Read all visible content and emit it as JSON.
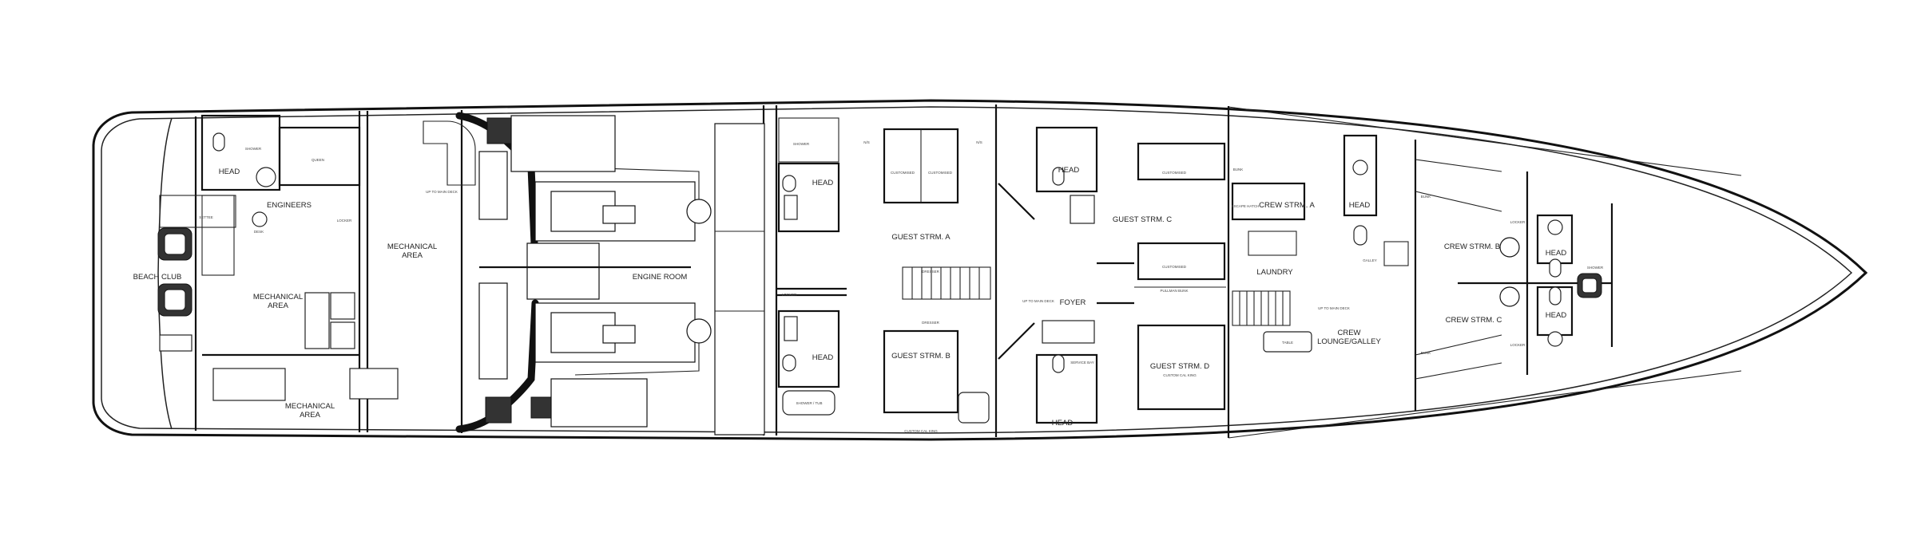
{
  "title": "Lower Deck Plan",
  "rooms": {
    "beach_club": "BEACH CLUB",
    "head_aft": "HEAD",
    "engineers": "ENGINEERS",
    "mech_area_1": "MECHANICAL",
    "mech_area_1b": "AREA",
    "mech_area_2": "MECHANICAL",
    "mech_area_2b": "AREA",
    "mech_area_3": "MECHANICAL",
    "mech_area_3b": "AREA",
    "engine_room": "ENGINE ROOM",
    "head_a": "HEAD",
    "head_b": "HEAD",
    "guest_a": "GUEST STRM. A",
    "guest_b": "GUEST STRM. B",
    "foyer": "FOYER",
    "head_c": "HEAD",
    "head_d": "HEAD",
    "guest_c": "GUEST STRM. C",
    "guest_d": "GUEST STRM. D",
    "crew_a": "CREW STRM. A",
    "head_crew_a": "HEAD",
    "laundry": "LAUNDRY",
    "crew_lounge_1": "CREW",
    "crew_lounge_2": "LOUNGE/GALLEY",
    "crew_b": "CREW STRM. B",
    "crew_c": "CREW STRM. C",
    "head_crew_b": "HEAD",
    "head_crew_c": "HEAD"
  },
  "fixtures": {
    "shower": "SHOWER",
    "queen": "QUEEN",
    "settee": "SETTEE",
    "desk": "DESK",
    "locker": "LOCKER",
    "up_main": "UP TO MAIN DECK",
    "shower_tub": "SHOWER / TUB",
    "customised": "CUSTOMISED",
    "custom_cal_king": "CUSTOM CAL KING",
    "dresser": "DRESSER",
    "pullman": "PULLMAN BUNK",
    "service_bay": "SERVICE BAY",
    "ns": "N/S",
    "bunk": "BUNK",
    "table": "TABLE",
    "galley": "GALLEY",
    "up_to_main": "UP TO MAIN DECK",
    "escape_hatch": "ESCAPE HATCH",
    "engineers_locker": "LOCKER"
  }
}
